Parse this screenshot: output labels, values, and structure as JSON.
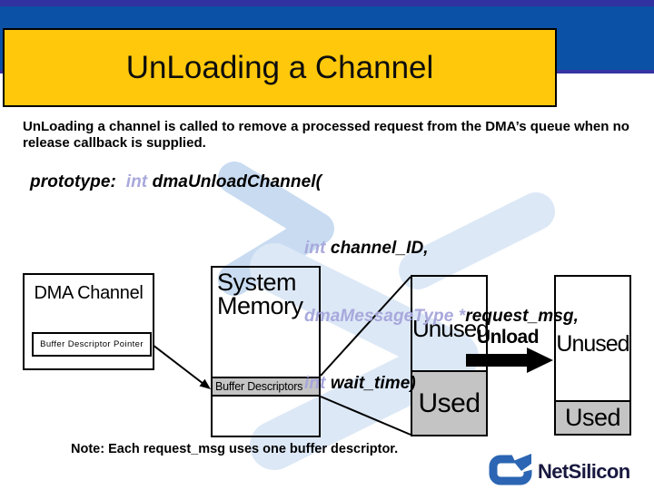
{
  "colors": {
    "header_band_blue": "#0B51A5",
    "header_band_indigo": "#3534A4",
    "title_box_yellow": "#FFC80B",
    "keyword_lavender": "#A8A8DC",
    "diagram_gray": "#C4C4C4",
    "watermark_blue": "#C8DBF1",
    "watermark_light_blue": "#DCE8F6",
    "logo_blue": "#2B65B3",
    "logo_text_navy": "#181840"
  },
  "header": {
    "title": "UnLoading a Channel"
  },
  "intro": {
    "text": "UnLoading a channel is called to remove a processed request from the DMA’s queue when no release callback is supplied."
  },
  "prototype": {
    "label": "prototype:  ",
    "signature_keyword": "int ",
    "signature_name": "dmaUnloadChannel(",
    "params": [
      {
        "keyword": "int ",
        "text": "channel_ID,"
      },
      {
        "keyword": "dmaMessageType *",
        "text": "request_msg,"
      },
      {
        "keyword": "int ",
        "text": "wait_time)"
      }
    ]
  },
  "diagram": {
    "dma_box": {
      "title": "DMA Channel",
      "pointer_label": "Buffer Descriptor Pointer"
    },
    "memory_box": {
      "title": "System Memory",
      "band_label": "Buffer Descriptors"
    },
    "before_box": {
      "top_label": "Unused",
      "bottom_label": "Used"
    },
    "unload_label": "Unload",
    "after_box": {
      "top_label": "Unused",
      "bottom_label": "Used"
    }
  },
  "note": {
    "text": "Note:  Each request_msg uses one buffer descriptor."
  },
  "footer": {
    "brand": "NetSilicon"
  }
}
